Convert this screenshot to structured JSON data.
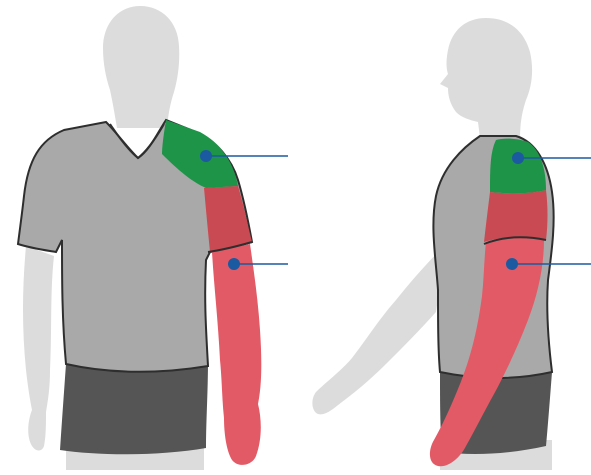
{
  "figures": [
    {
      "view": "front",
      "highlight_upper": "green",
      "highlight_lower": "red"
    },
    {
      "view": "side",
      "highlight_upper": "green",
      "highlight_lower": "red"
    }
  ],
  "colors": {
    "background": "#ffffff",
    "silhouette": "#dcdcdc",
    "shirt": "#a9a9a9",
    "shirt_outline": "#2e2e2e",
    "shorts": "#555555",
    "green_zone": "#1e9448",
    "red_zone_upper": "#c94a52",
    "red_zone_lower": "#e25a66",
    "pointer": "#1b5aa0"
  },
  "icons": [
    "front-view-figure",
    "side-view-figure",
    "marker-dot"
  ]
}
